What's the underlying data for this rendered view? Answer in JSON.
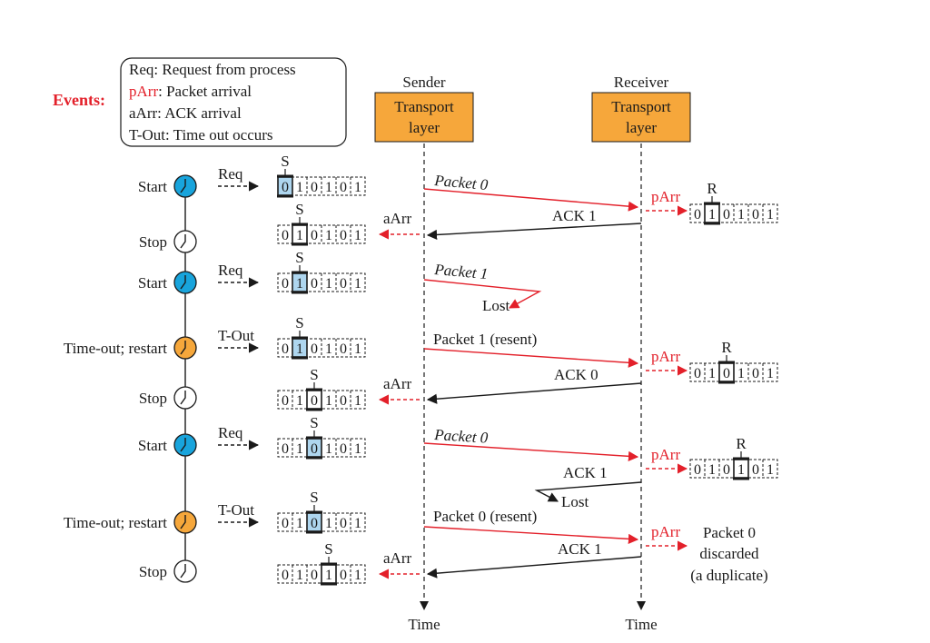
{
  "legend": {
    "title": "Events:",
    "items": [
      {
        "key": "Req",
        "sep": ": ",
        "desc": "Request from process"
      },
      {
        "key": "pArr",
        "sep": ": ",
        "desc": "Packet arrival"
      },
      {
        "key": "aArr",
        "sep": ": ",
        "desc": "ACK arrival"
      },
      {
        "key": "T-Out",
        "sep": ": ",
        "desc": "Time out occurs"
      }
    ]
  },
  "sender": {
    "caption": "Sender",
    "box": [
      "Transport",
      "layer"
    ],
    "axis": "Time"
  },
  "receiver": {
    "caption": "Receiver",
    "box": [
      "Transport",
      "layer"
    ],
    "axis": "Time"
  },
  "timer_events": [
    {
      "label": "Start",
      "kind": "start"
    },
    {
      "label": "Stop",
      "kind": "stop"
    },
    {
      "label": "Start",
      "kind": "start"
    },
    {
      "label": "Time-out; restart",
      "kind": "timeout"
    },
    {
      "label": "Stop",
      "kind": "stop"
    },
    {
      "label": "Start",
      "kind": "start"
    },
    {
      "label": "Time-out; restart",
      "kind": "timeout"
    },
    {
      "label": "Stop",
      "kind": "stop"
    }
  ],
  "trigger_labels": [
    "Req",
    "aArr",
    "Req",
    "T-Out",
    "aArr",
    "Req",
    "T-Out",
    "aArr"
  ],
  "sender_windows": [
    {
      "bits": [
        "0",
        "1",
        "0",
        "1",
        "0",
        "1"
      ],
      "pointer": "S",
      "pos": 0,
      "highlight": true
    },
    {
      "bits": [
        "0",
        "1",
        "0",
        "1",
        "0",
        "1"
      ],
      "pointer": "S",
      "pos": 1,
      "highlight": false
    },
    {
      "bits": [
        "0",
        "1",
        "0",
        "1",
        "0",
        "1"
      ],
      "pointer": "S",
      "pos": 1,
      "highlight": true
    },
    {
      "bits": [
        "0",
        "1",
        "0",
        "1",
        "0",
        "1"
      ],
      "pointer": "S",
      "pos": 1,
      "highlight": true
    },
    {
      "bits": [
        "0",
        "1",
        "0",
        "1",
        "0",
        "1"
      ],
      "pointer": "S",
      "pos": 2,
      "highlight": false
    },
    {
      "bits": [
        "0",
        "1",
        "0",
        "1",
        "0",
        "1"
      ],
      "pointer": "S",
      "pos": 2,
      "highlight": true
    },
    {
      "bits": [
        "0",
        "1",
        "0",
        "1",
        "0",
        "1"
      ],
      "pointer": "S",
      "pos": 2,
      "highlight": true
    },
    {
      "bits": [
        "0",
        "1",
        "0",
        "1",
        "0",
        "1"
      ],
      "pointer": "S",
      "pos": 3,
      "highlight": false
    }
  ],
  "receiver_windows": [
    {
      "bits": [
        "0",
        "1",
        "0",
        "1",
        "0",
        "1"
      ],
      "pointer": "R",
      "pos": 1
    },
    {
      "bits": [
        "0",
        "1",
        "0",
        "1",
        "0",
        "1"
      ],
      "pointer": "R",
      "pos": 2
    },
    {
      "bits": [
        "0",
        "1",
        "0",
        "1",
        "0",
        "1"
      ],
      "pointer": "R",
      "pos": 3
    }
  ],
  "receiver_event_label": "pArr",
  "messages": [
    {
      "label": "Packet 0",
      "kind": "packet"
    },
    {
      "label": "ACK 1",
      "kind": "ack"
    },
    {
      "label": "Packet 1",
      "kind": "packet",
      "lost": "Lost"
    },
    {
      "label": "Packet 1 (resent)",
      "kind": "packet"
    },
    {
      "label": "ACK 0",
      "kind": "ack"
    },
    {
      "label": "Packet 0",
      "kind": "packet"
    },
    {
      "label": "ACK 1",
      "kind": "ack",
      "lost": "Lost"
    },
    {
      "label": "Packet 0 (resent)",
      "kind": "packet"
    },
    {
      "label": "ACK 1",
      "kind": "ack"
    }
  ],
  "discard_note": [
    "Packet 0",
    "discarded",
    "(a duplicate)"
  ],
  "colors": {
    "red": "#e3202a",
    "orange_box": "#f6a73b",
    "blue_timer": "#18a4dc",
    "orange_timer": "#f6a73b",
    "highlight": "#aed6ef",
    "text": "#1a1a1a"
  }
}
